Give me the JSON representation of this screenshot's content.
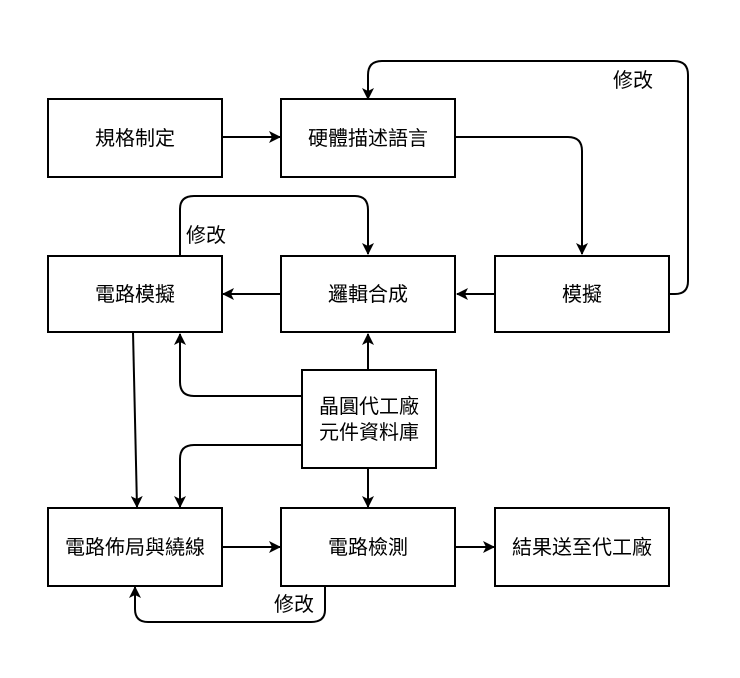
{
  "nodes": {
    "spec": "規格制定",
    "hdl": "硬體描述語言",
    "circuit_sim": "電路模擬",
    "synthesis": "邏輯合成",
    "simulation": "模擬",
    "foundry_lib_line1": "晶圓代工廠",
    "foundry_lib_line2": "元件資料庫",
    "layout": "電路佈局與繞線",
    "verify": "電路檢測",
    "tapeout": "結果送至代工廠"
  },
  "edge_labels": {
    "modify_top": "修改",
    "modify_middle": "修改",
    "modify_bottom": "修改"
  },
  "colors": {
    "line": "#000000",
    "box_fill": "#ffffff"
  }
}
